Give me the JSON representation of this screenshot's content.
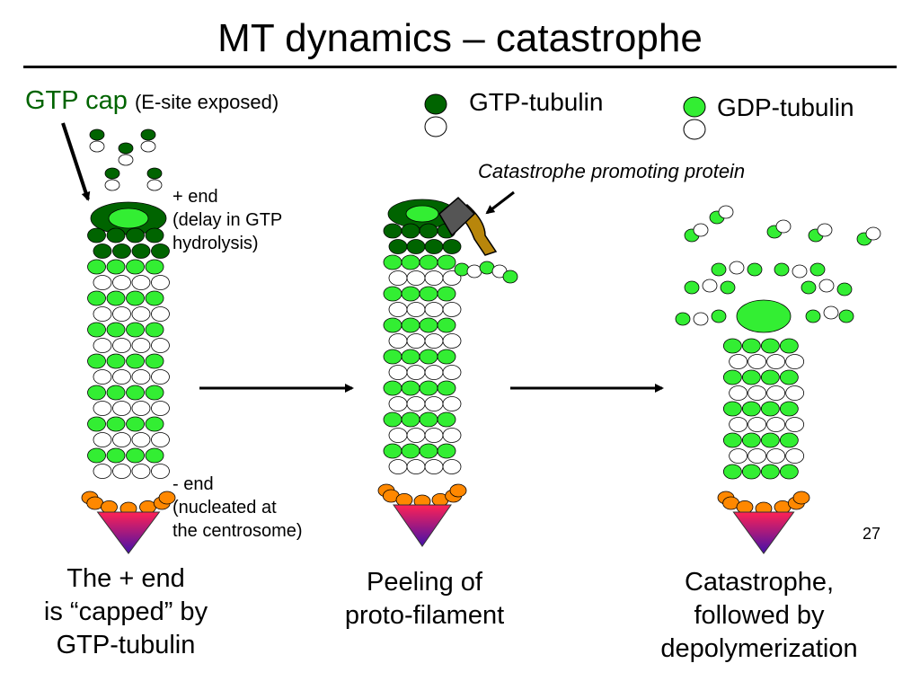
{
  "title": "MT dynamics – catastrophe",
  "gtp_cap": {
    "label": "GTP cap",
    "note": "(E-site exposed)"
  },
  "legend": [
    {
      "label": "GTP-tubulin",
      "color": "#006400"
    },
    {
      "label": "GDP-tubulin",
      "color": "#33ee33"
    }
  ],
  "cpp_label": "Catastrophe promoting protein",
  "plus_end": [
    "+ end",
    "(delay in GTP",
    "hydrolysis)"
  ],
  "minus_end": [
    "- end",
    "(nucleated at",
    "the centrosome)"
  ],
  "captions": [
    [
      "The + end",
      "is “capped” by",
      "GTP-tubulin"
    ],
    [
      "Peeling of",
      "proto-filament"
    ],
    [
      "Catastrophe,",
      "followed by",
      "depolymerization"
    ]
  ],
  "slide_number": "27",
  "colors": {
    "gtp": "#006400",
    "gdp": "#33ee33",
    "centrosome": "#ff8800"
  }
}
